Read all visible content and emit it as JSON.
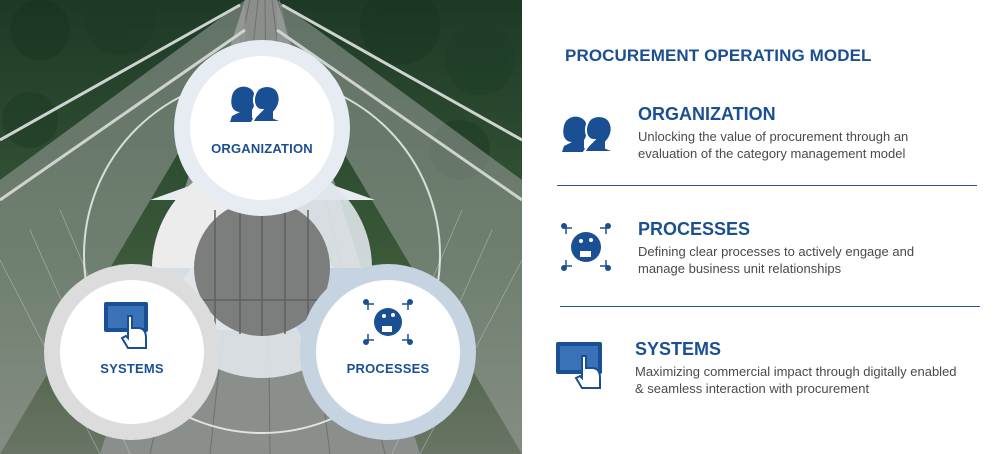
{
  "diagram": {
    "organization_label": "ORGANIZATION",
    "systems_label": "SYSTEMS",
    "processes_label": "PROCESSES"
  },
  "panel": {
    "title": "PROCUREMENT OPERATING MODEL",
    "items": [
      {
        "heading": "ORGANIZATION",
        "description": "Unlocking the value of procurement through an evaluation of the category management model",
        "icon": "people-icon"
      },
      {
        "heading": "PROCESSES",
        "description": "Defining clear processes to actively engage and manage business unit relationships",
        "icon": "process-network-icon"
      },
      {
        "heading": "SYSTEMS",
        "description": "Maximizing commercial impact through digitally enabled & seamless interaction with procurement",
        "icon": "touch-screen-icon"
      }
    ]
  },
  "colors": {
    "brand_blue": "#1b4f93",
    "text_gray": "#4a4a4a",
    "light_blue_shape": "#c6d3e0",
    "light_gray_shape": "#dcdcdc"
  }
}
